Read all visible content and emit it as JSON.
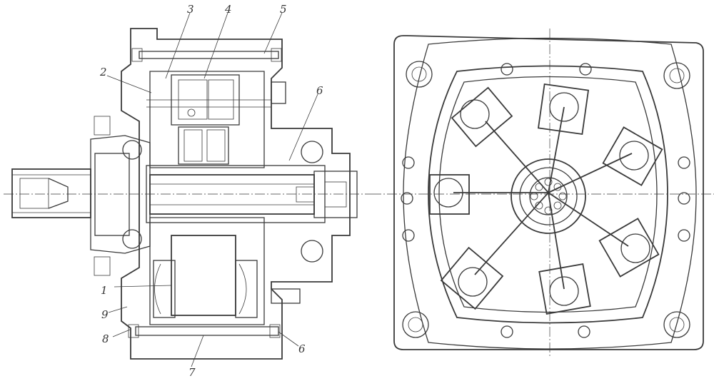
{
  "callouts": {
    "c1": "1",
    "c2": "2",
    "c3": "3",
    "c4": "4",
    "c5": "5",
    "c6_top": "6",
    "c6_bottom": "6",
    "c7": "7",
    "c8": "8",
    "c9": "9"
  },
  "colors": {
    "ink": "#3a3a3a",
    "paper": "#ffffff"
  }
}
